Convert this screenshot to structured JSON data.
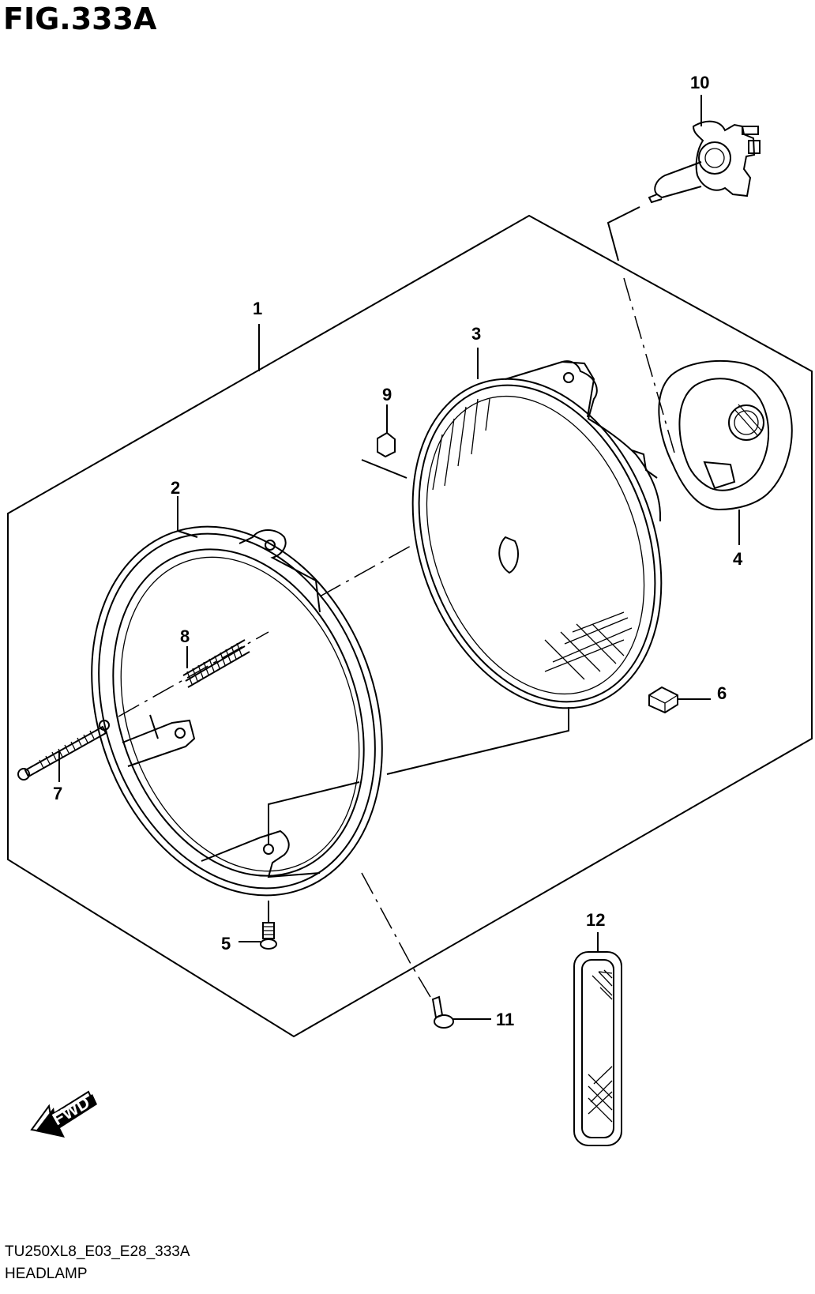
{
  "figure": {
    "title": "FIG.333A",
    "code": "TU250XL8_E03_E28_333A",
    "name": "HEADLAMP"
  },
  "callouts": [
    {
      "id": "1",
      "label": "1"
    },
    {
      "id": "2",
      "label": "2"
    },
    {
      "id": "3",
      "label": "3"
    },
    {
      "id": "4",
      "label": "4"
    },
    {
      "id": "5",
      "label": "5"
    },
    {
      "id": "6",
      "label": "6"
    },
    {
      "id": "7",
      "label": "7"
    },
    {
      "id": "8",
      "label": "8"
    },
    {
      "id": "9",
      "label": "9"
    },
    {
      "id": "10",
      "label": "10"
    },
    {
      "id": "11",
      "label": "11"
    },
    {
      "id": "12",
      "label": "12"
    }
  ],
  "fwd_arrow": {
    "label": "FWD"
  }
}
